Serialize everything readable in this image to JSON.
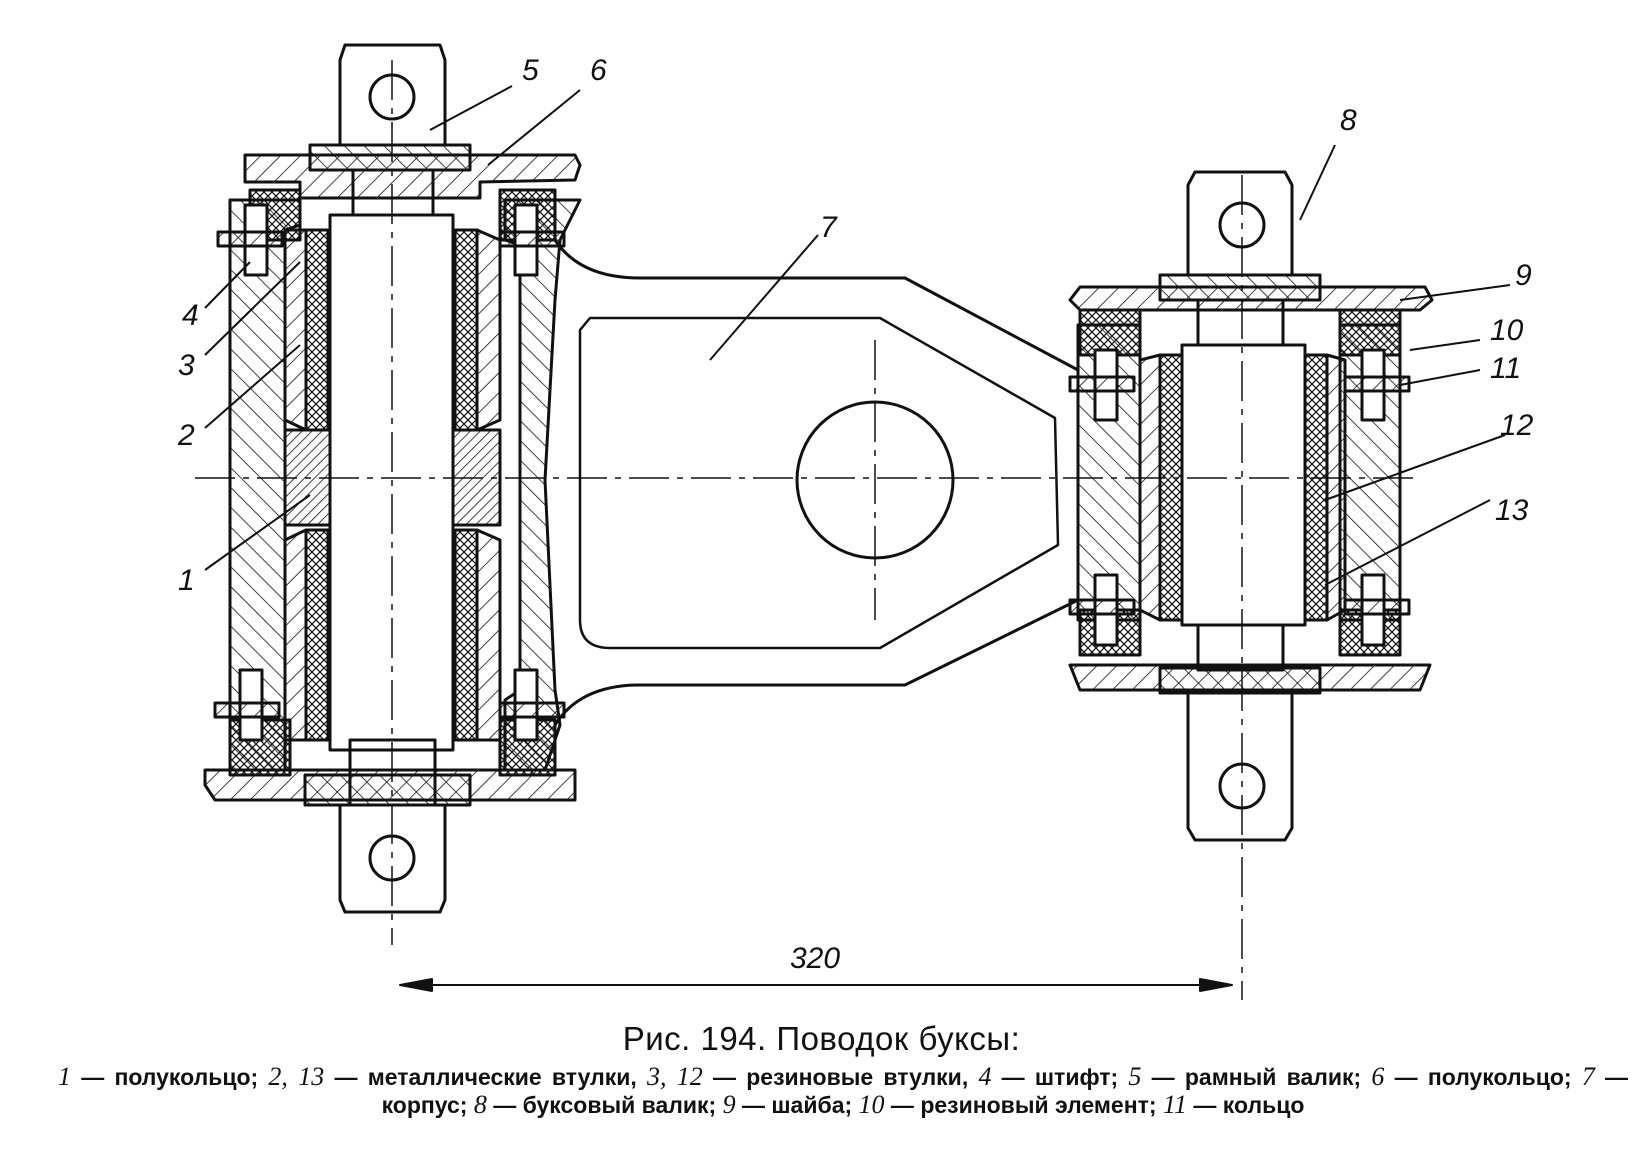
{
  "figure": {
    "caption": "Рис. 194. Поводок буксы:",
    "legend": [
      {
        "num": "1",
        "text": " — полукольцо; "
      },
      {
        "num": "2, 13",
        "text": " — металлические втулки, "
      },
      {
        "num": "3, 12",
        "text": " — резиновые втулки, "
      },
      {
        "num": "4",
        "text": " — штифт; "
      },
      {
        "num": "5",
        "text": " — рамный валик; "
      },
      {
        "num": "6",
        "text": " — полукольцо; "
      },
      {
        "num": "7",
        "text": " — корпус; "
      },
      {
        "num": "8",
        "text": " — буксовый валик; "
      },
      {
        "num": "9",
        "text": " — шайба; "
      },
      {
        "num": "10",
        "text": " — резиновый элемент; "
      },
      {
        "num": "11",
        "text": " — кольцо"
      }
    ]
  },
  "callouts": {
    "c1": "1",
    "c2": "2",
    "c3": "3",
    "c4": "4",
    "c5": "5",
    "c6": "6",
    "c7": "7",
    "c8": "8",
    "c9": "9",
    "c10": "10",
    "c11": "11",
    "c12": "12",
    "c13": "13"
  },
  "dimension": {
    "label": "320"
  }
}
